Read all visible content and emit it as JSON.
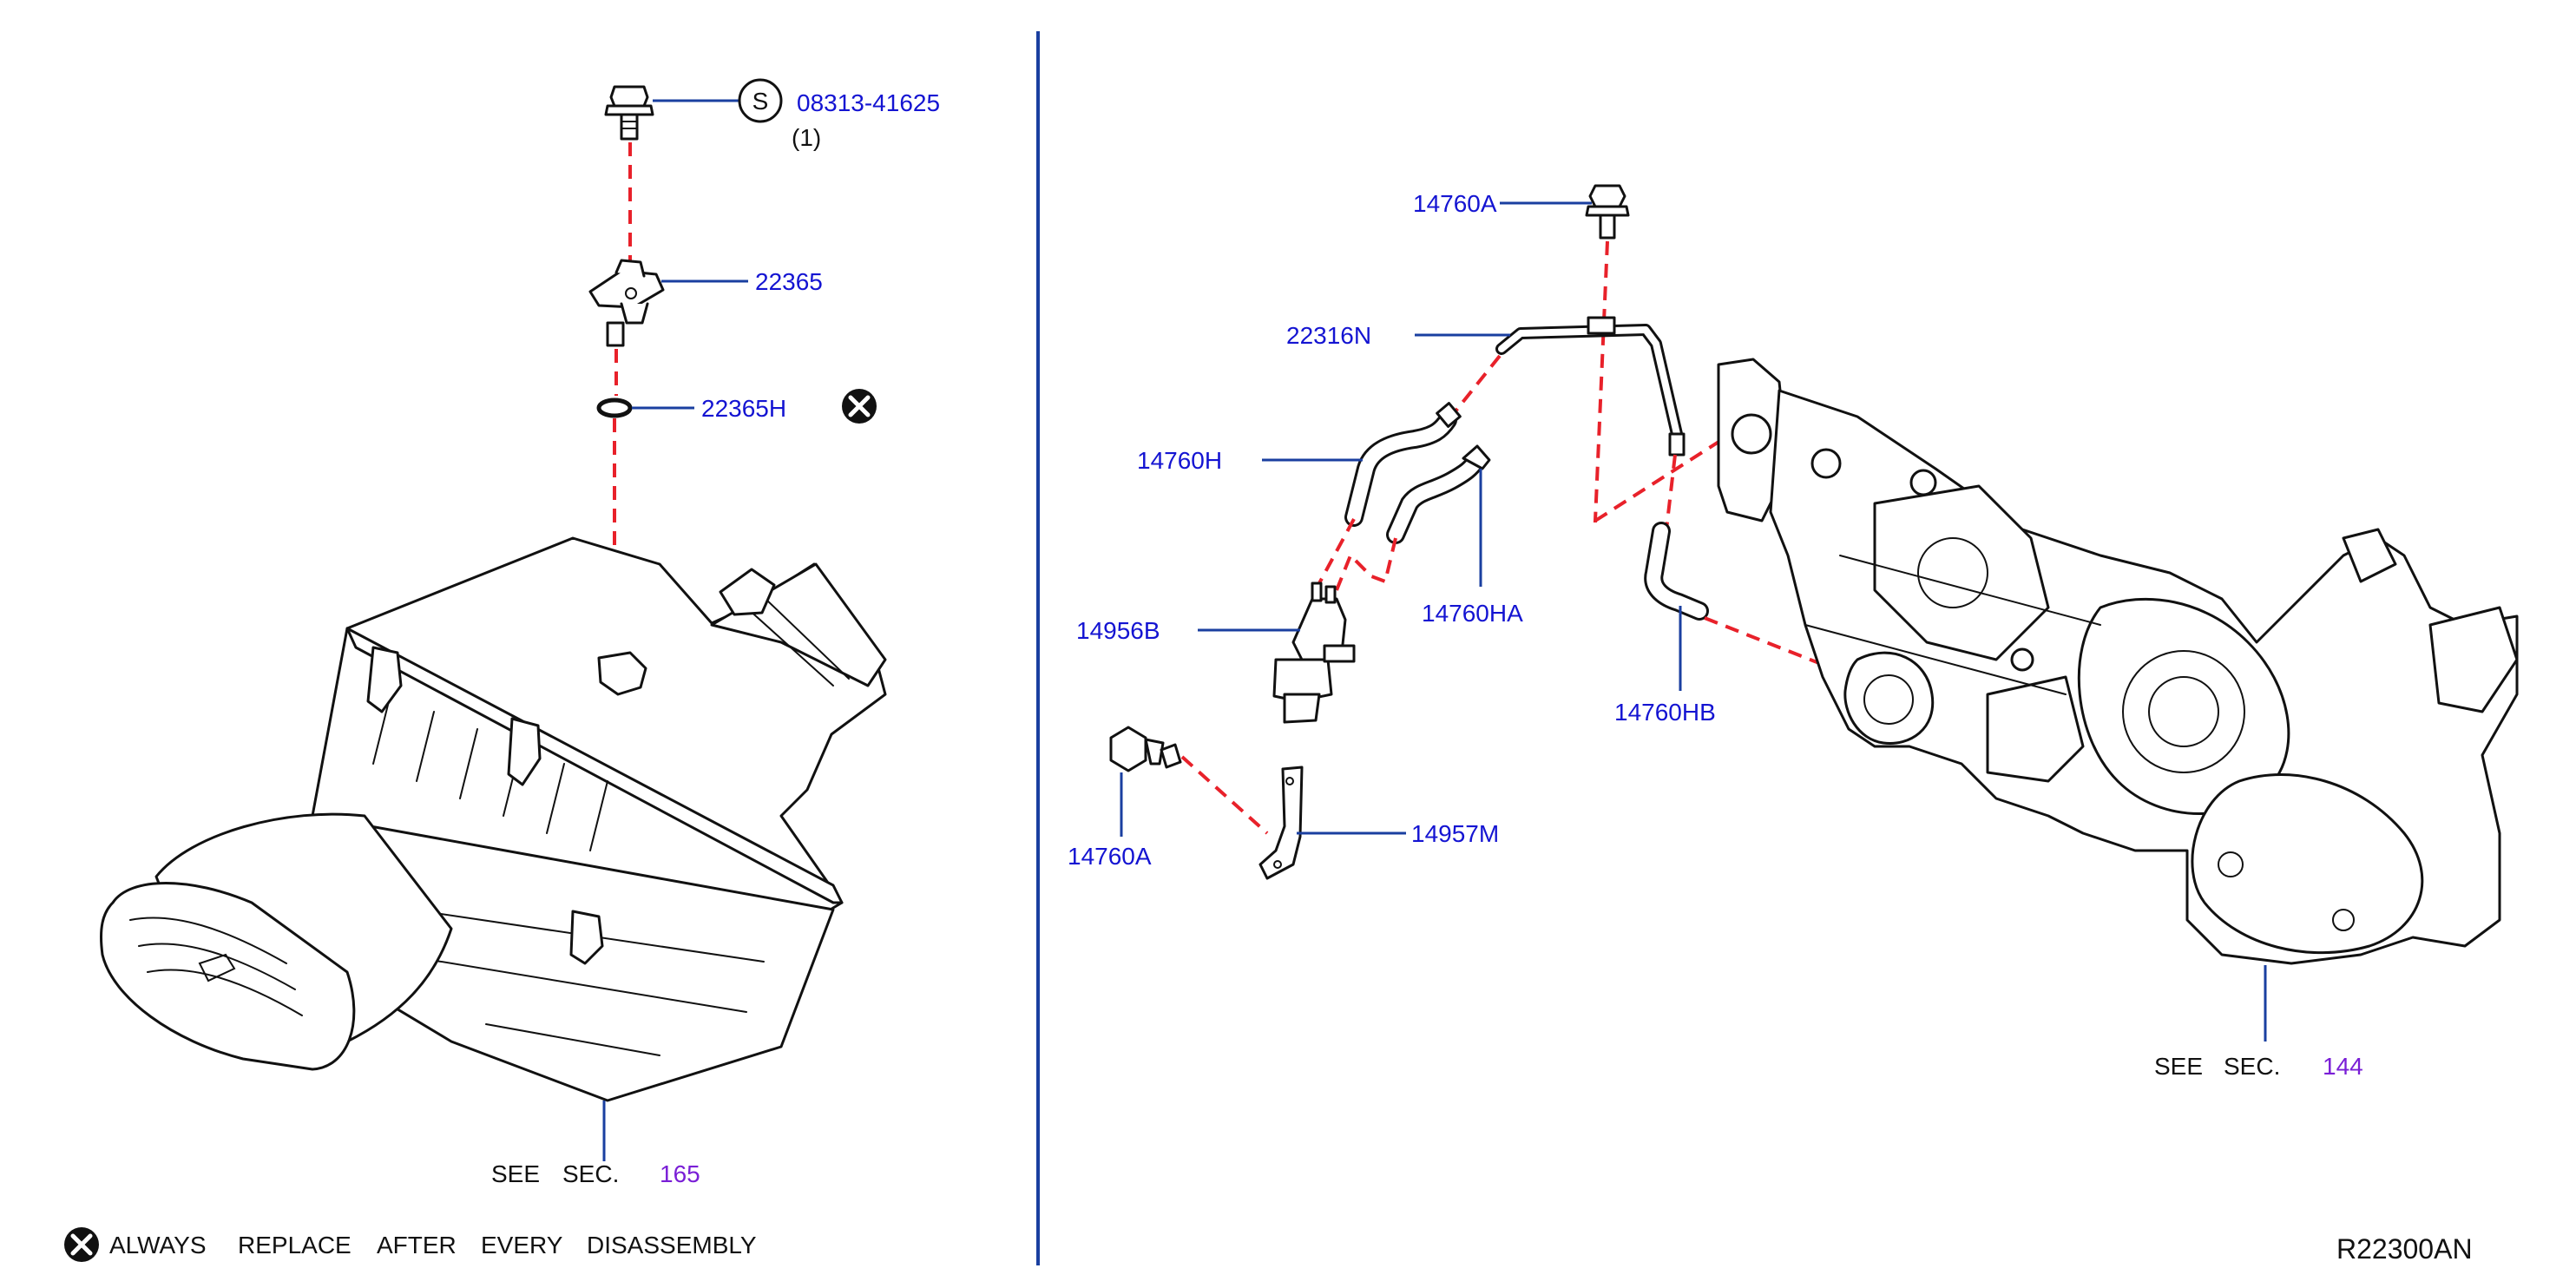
{
  "colors": {
    "callout": "#1414d2",
    "leader": "#1a3fa0",
    "section_ref": "#7a1fd6",
    "dashed": "#e8212a",
    "divider": "#1a3fa0"
  },
  "labels": {
    "p_08313": "08313-41625",
    "p_08313_qty": "(1)",
    "p_22365": "22365",
    "p_22365h": "22365H",
    "p_14760a_top": "14760A",
    "p_22316n": "22316N",
    "p_14760h": "14760H",
    "p_14760ha": "14760HA",
    "p_14956b": "14956B",
    "p_14760hb": "14760HB",
    "p_14760a_bottom": "14760A",
    "p_14957m": "14957M"
  },
  "symbols": {
    "standard_part_mark": "S",
    "replace_mark": "x-circle-icon"
  },
  "section_refs": {
    "left": {
      "prefix": "SEE",
      "sec": "SEC.",
      "number": "165"
    },
    "right": {
      "prefix": "SEE",
      "sec": "SEC.",
      "number": "144"
    }
  },
  "footer": {
    "note_words": [
      "ALWAYS",
      "REPLACE",
      "AFTER",
      "EVERY",
      "DISASSEMBLY"
    ],
    "diagram_code": "R22300AN"
  }
}
